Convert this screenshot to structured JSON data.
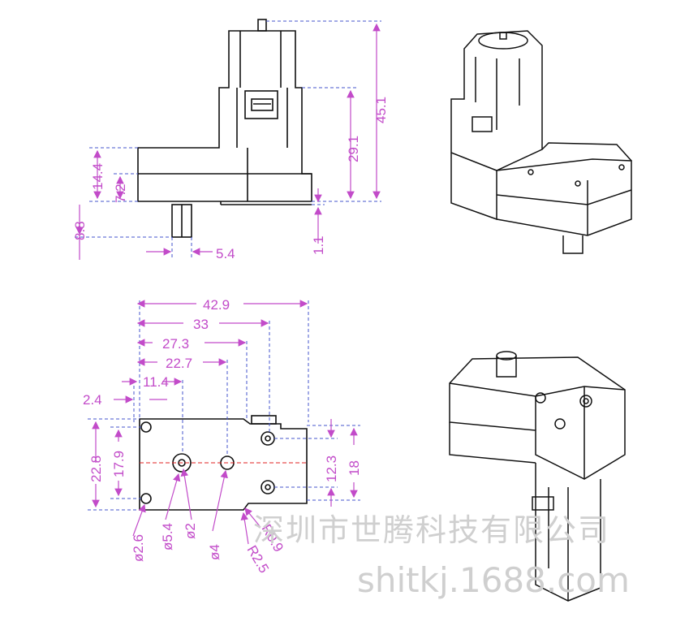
{
  "colors": {
    "outline": "#111111",
    "dimension": "#c24bc9",
    "guide": "#4455cc",
    "watermark": "#cfcfcf"
  },
  "side_view": {
    "dims": {
      "total_height": "45.1",
      "motor_height": "29.1",
      "gearbox_height": "14.4",
      "half_height": "7.2",
      "shaft_length": "8.8",
      "bottom_offset": "1.1",
      "shaft_width": "5.4"
    }
  },
  "bottom_view": {
    "dims": {
      "length_total": "42.9",
      "length_33": "33",
      "length_27": "27.3",
      "length_22": "22.7",
      "length_11": "11.4",
      "offset_2": "2.4",
      "height_22": "22.8",
      "height_17": "17.9",
      "height_12": "12.3",
      "height_18": "18",
      "hole_d26": "ø2.6",
      "hole_d54": "ø5.4",
      "hole_d2": "ø2",
      "hole_d4": "ø4",
      "radius_09": "R0.9",
      "radius_25": "R2.5"
    }
  },
  "watermark": {
    "line1": "深圳市世腾科技有限公司",
    "line2": "shitkj.1688.com"
  }
}
